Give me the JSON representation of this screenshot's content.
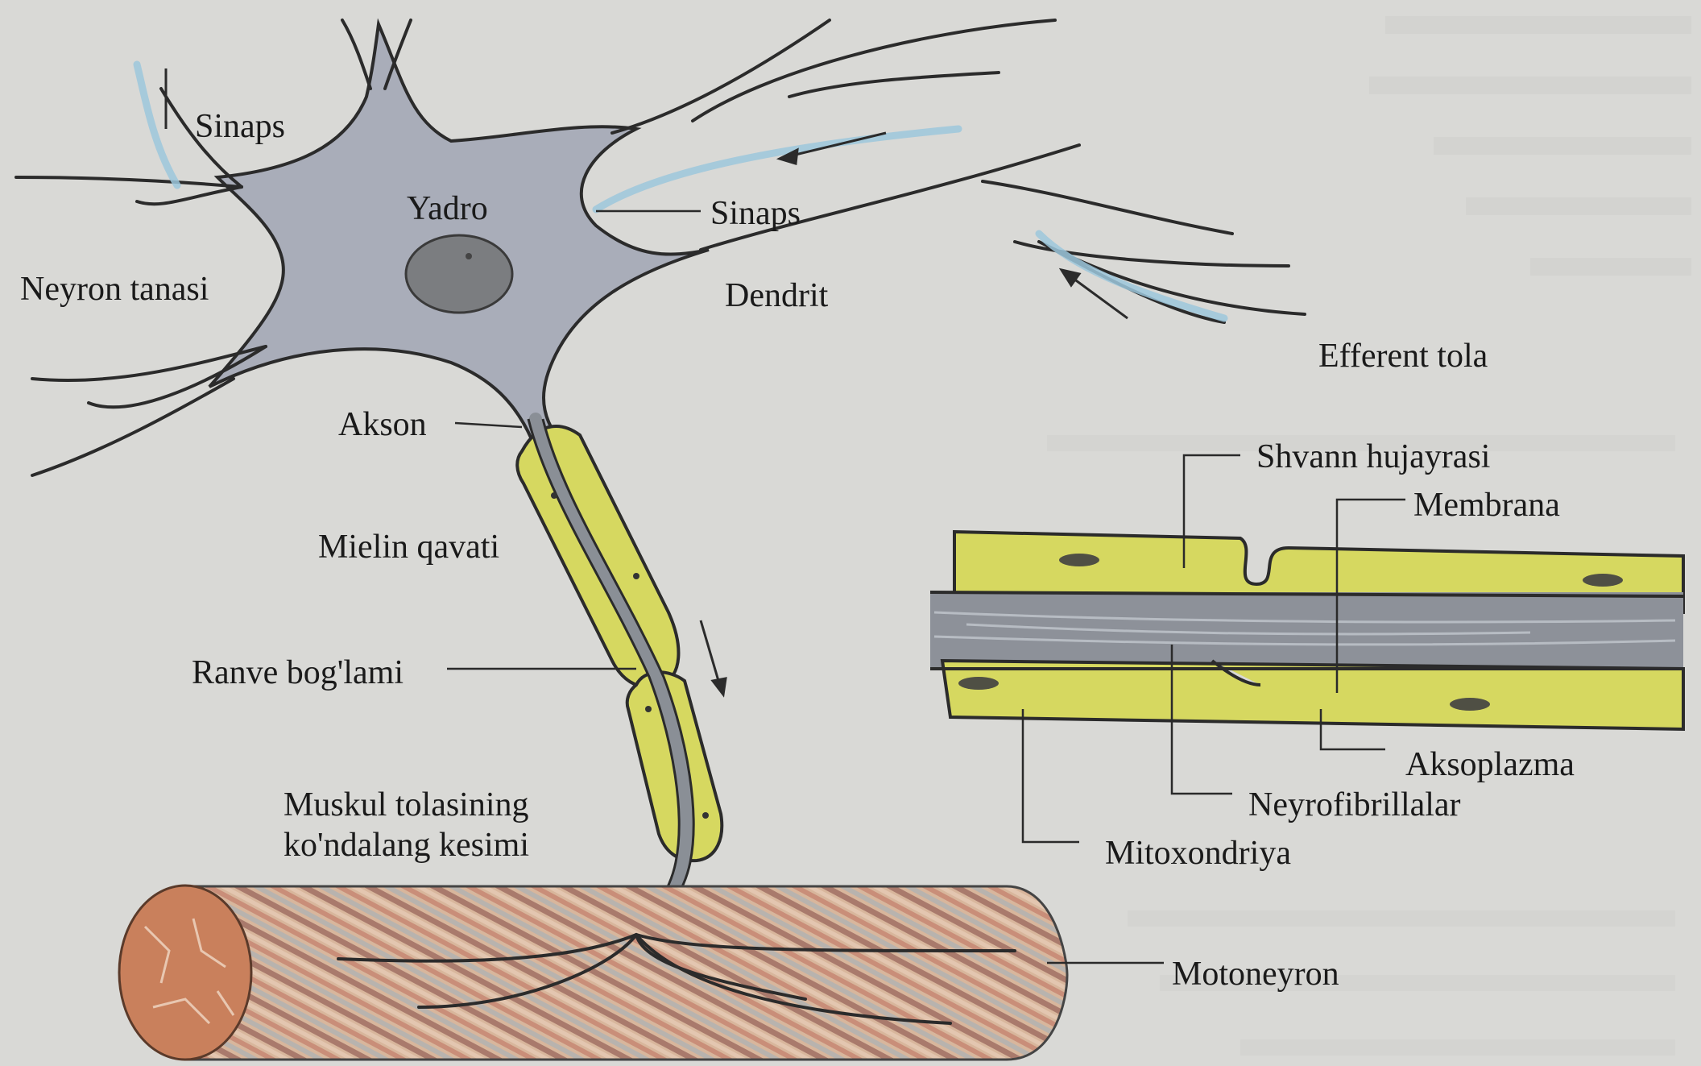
{
  "labels": {
    "sinaps_left": "Sinaps",
    "yadro": "Yadro",
    "sinaps_right": "Sinaps",
    "neyron_tanasi": "Neyron tanasi",
    "dendrit": "Dendrit",
    "efferent_tola": "Efferent tola",
    "akson": "Akson",
    "shvann_hujayrasi": "Shvann hujayrasi",
    "membrana": "Membrana",
    "mielin_qavati": "Mielin qavati",
    "ranve_boglami": "Ranve bog'lami",
    "aksoplazma": "Aksoplazma",
    "neyrofibrillalar": "Neyrofibrillalar",
    "muskul_line1": "Muskul tolasining",
    "muskul_line2": "ko'ndalang kesimi",
    "mitoxondriya": "Mitoxondriya",
    "motoneyron": "Motoneyron"
  },
  "colors": {
    "background": "#d9d9d6",
    "cell_body": "#a9adb9",
    "nucleus": "#7b7d80",
    "myelin": "#d6d860",
    "muscle": "#c9805c",
    "synapse_highlight": "#9cc7dc",
    "axon_core": "#8a8f96"
  }
}
